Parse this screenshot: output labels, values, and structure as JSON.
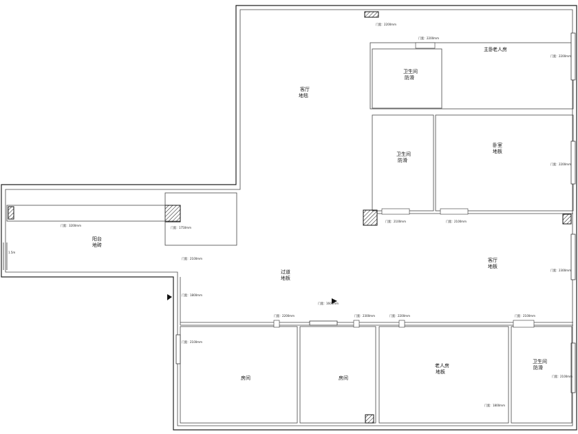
{
  "rooms": [
    {
      "key": "living",
      "name": "客厅",
      "floor": "地毯"
    },
    {
      "key": "master",
      "name": "主卧",
      "floor": "老人房"
    },
    {
      "key": "bath1",
      "name": "卫生间",
      "floor": "防滑"
    },
    {
      "key": "bath2",
      "name": "卫生间",
      "floor": "防滑"
    },
    {
      "key": "bedroom2",
      "name": "卧室",
      "floor": "地板"
    },
    {
      "key": "hall",
      "name": "过道",
      "floor": "地板"
    },
    {
      "key": "lounge",
      "name": "客厅",
      "floor": "地板"
    },
    {
      "key": "balcony",
      "name": "阳台",
      "floor": "地砖"
    },
    {
      "key": "room_bl",
      "name": "房间",
      "floor": ""
    },
    {
      "key": "room_bm",
      "name": "房间",
      "floor": ""
    },
    {
      "key": "elder",
      "name": "老人房",
      "floor": "地板"
    },
    {
      "key": "bath3",
      "name": "卫生间",
      "floor": "防滑"
    }
  ],
  "dims": {
    "top_door": "门宽：2200mm",
    "bath1_door": "门宽：2200mm",
    "balcony_span": "门宽：3200mm",
    "balcony_side": "门宽：1750mm",
    "balcony_left": "1.5m",
    "hall_1": "门宽：2100mm",
    "hall_2": "门宽：1800mm",
    "bath2_door": "门宽：2100mm",
    "bed2_door": "门宽：2100mm",
    "room_right_1": "门宽：2200mm",
    "room_right_2": "门宽：2200mm",
    "lounge_right": "门宽：2300mm",
    "center": "门宽：1600mm",
    "bottom_1": "门宽：2200mm",
    "bottom_2": "门宽：2300mm",
    "bottom_3": "门宽：2200mm",
    "bottom_4": "门宽：2100mm",
    "room_bl_left": "门宽：2100mm",
    "elder_bottom": "门宽：1800mm",
    "bath3_right": "门宽：2100mm"
  }
}
